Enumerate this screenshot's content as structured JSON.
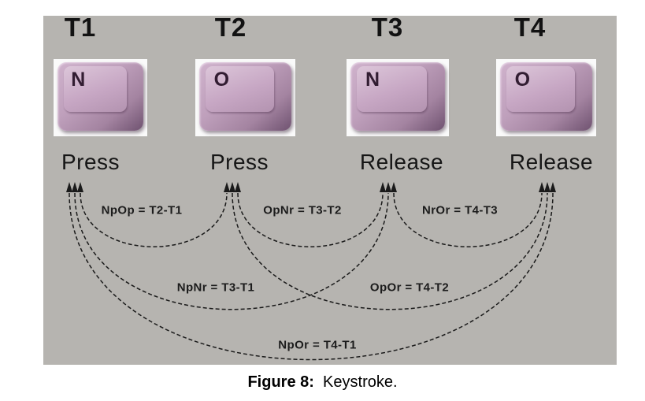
{
  "figure": {
    "columns": [
      {
        "time_label": "T1",
        "key_letter": "N",
        "action": "Press"
      },
      {
        "time_label": "T2",
        "key_letter": "O",
        "action": "Press"
      },
      {
        "time_label": "T3",
        "key_letter": "N",
        "action": "Release"
      },
      {
        "time_label": "T4",
        "key_letter": "O",
        "action": "Release"
      }
    ],
    "intervals": [
      {
        "label": "NpOp = T2-T1",
        "from": 0,
        "to": 1,
        "tier": 1
      },
      {
        "label": "OpNr = T3-T2",
        "from": 1,
        "to": 2,
        "tier": 1
      },
      {
        "label": "NrOr = T4-T3",
        "from": 2,
        "to": 3,
        "tier": 1
      },
      {
        "label": "NpNr = T3-T1",
        "from": 0,
        "to": 2,
        "tier": 2
      },
      {
        "label": "OpOr = T4-T2",
        "from": 1,
        "to": 3,
        "tier": 2
      },
      {
        "label": "NpOr = T4-T1",
        "from": 0,
        "to": 3,
        "tier": 3
      }
    ],
    "caption": {
      "label": "Figure 8:",
      "text": "Keystroke."
    },
    "colors": {
      "panel_bg": "#b6b4b0",
      "key_cap": "#bfa0bc",
      "key_tile": "#fafafa",
      "line": "#1a1a1a",
      "text": "#111111"
    }
  }
}
